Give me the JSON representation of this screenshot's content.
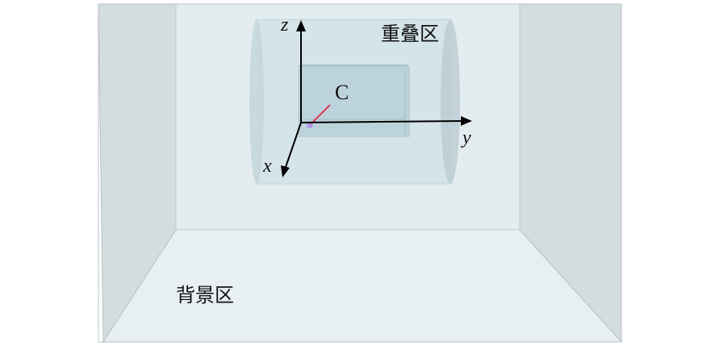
{
  "labels": {
    "overlap_region": "重叠区",
    "background_region": "背景区",
    "point": "C",
    "axis_x": "x",
    "axis_y": "y",
    "axis_z": "z"
  },
  "colors": {
    "back_wall": "#e3edf0",
    "side_wall": "#d3dcdf",
    "floor": "#e7eff2",
    "cylinder": "#c9dce3",
    "box": "#b4ccd6",
    "point_line": "#e0204a",
    "point_dot": "#b28be8",
    "axis": "#000000"
  }
}
